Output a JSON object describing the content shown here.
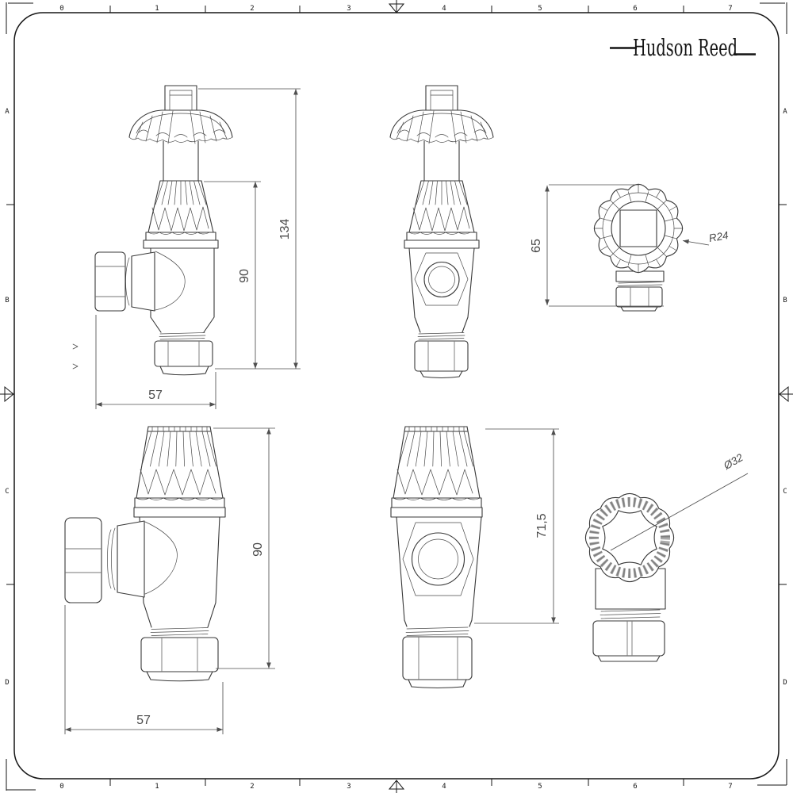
{
  "background": "#ffffff",
  "colors": {
    "drawing_line": "#383838",
    "dimension": "#4a4a4a",
    "frame": "#161616"
  },
  "logo": {
    "text": "Hudson Reed"
  },
  "sheet_frame": {
    "column_labels": [
      "0",
      "1",
      "2",
      "3",
      "4",
      "5",
      "6",
      "7"
    ],
    "row_labels": [
      "A",
      "B",
      "C",
      "D"
    ]
  },
  "dimensions": {
    "trv_overall_height": "134",
    "trv_body_height": "90",
    "trv_width": "57",
    "trv_head_top_height": "65",
    "trv_head_radius": "R24",
    "lockshield_body_height": "90",
    "lockshield_width": "57",
    "lockshield_front_height": "71,5",
    "lockshield_head_diameter": "Ø32"
  }
}
